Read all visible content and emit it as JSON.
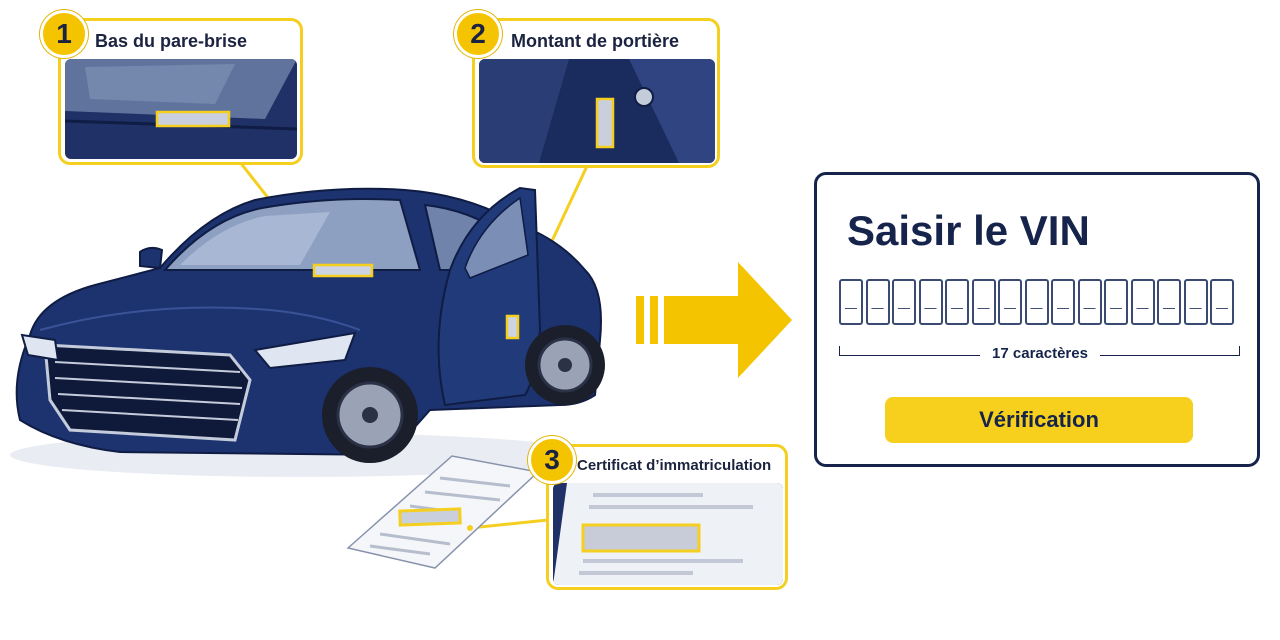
{
  "callouts": [
    {
      "number": "1",
      "label": "Bas du pare-brise"
    },
    {
      "number": "2",
      "label": "Montant de portière"
    },
    {
      "number": "3",
      "label": "Certificat d’immatriculation"
    }
  ],
  "vin_panel": {
    "title": "Saisir le VIN",
    "box_count": 15,
    "placeholder_char": "_",
    "count_label": "17 caractères",
    "button_label": "Vérification"
  },
  "colors": {
    "accent_yellow": "#f5c400",
    "navy": "#16244c",
    "car_body": "#1d3370"
  }
}
